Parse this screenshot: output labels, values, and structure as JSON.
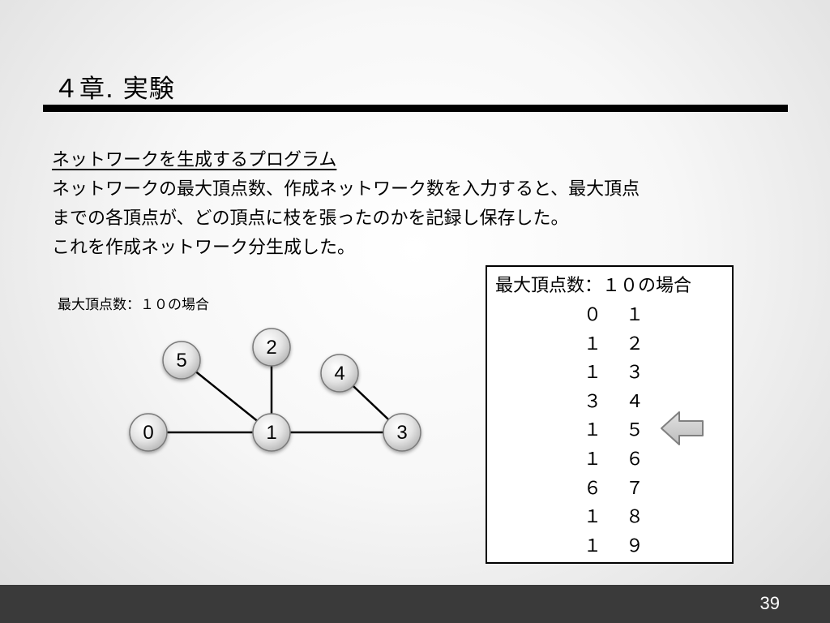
{
  "slide": {
    "title": "４章. 実験",
    "heading": "ネットワークを生成するプログラム",
    "body_lines": [
      "ネットワークの最大頂点数、作成ネットワーク数を入力すると、最大頂点",
      "までの各頂点が、どの頂点に枝を張ったのかを記録し保存した。",
      "これを作成ネットワーク分生成した。"
    ],
    "caption": "最大頂点数：１０の場合",
    "page_number": "39"
  },
  "graph": {
    "nodes": [
      "0",
      "1",
      "2",
      "3",
      "4",
      "5"
    ],
    "edges": [
      [
        "0",
        "1"
      ],
      [
        "1",
        "2"
      ],
      [
        "1",
        "3"
      ],
      [
        "3",
        "4"
      ],
      [
        "1",
        "5"
      ]
    ]
  },
  "edge_table": {
    "header": "最大頂点数：１０の場合",
    "rows": [
      [
        "０",
        "１"
      ],
      [
        "１",
        "２"
      ],
      [
        "１",
        "３"
      ],
      [
        "３",
        "４"
      ],
      [
        "１",
        "５"
      ],
      [
        "１",
        "６"
      ],
      [
        "６",
        "７"
      ],
      [
        "１",
        "８"
      ],
      [
        "１",
        "９"
      ]
    ],
    "highlighted_row": 4
  },
  "colors": {
    "footer": "#3a3a3a",
    "title_rule": "#000000",
    "node_fill": "#d6d6d6",
    "arrow_fill": "#cfcfcf"
  }
}
